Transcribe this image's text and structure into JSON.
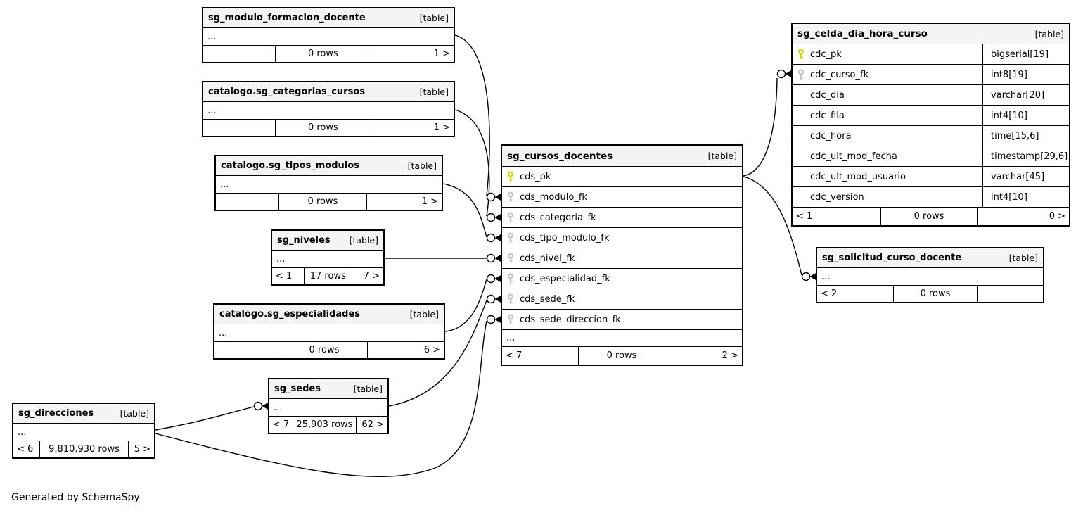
{
  "credit": "Generated by SchemaSpy",
  "colors": {
    "pk_key": "#d6d600",
    "fk_key": "#c4c4c4",
    "header_bg": "#f4f4f4"
  },
  "icons": {
    "primary_key": "key-icon (yellow)",
    "foreign_key": "key-icon (gray)"
  },
  "tables": {
    "modulo": {
      "title": "sg_modulo_formacion_docente",
      "tag": "[table]",
      "ellipsis": "...",
      "footer": {
        "left": "",
        "center": "0 rows",
        "right": "1 >"
      }
    },
    "categorias": {
      "title": "catalogo.sg_categorias_cursos",
      "tag": "[table]",
      "ellipsis": "...",
      "footer": {
        "left": "",
        "center": "0 rows",
        "right": "1 >"
      }
    },
    "tipos": {
      "title": "catalogo.sg_tipos_modulos",
      "tag": "[table]",
      "ellipsis": "...",
      "footer": {
        "left": "",
        "center": "0 rows",
        "right": "1 >"
      }
    },
    "niveles": {
      "title": "sg_niveles",
      "tag": "[table]",
      "ellipsis": "...",
      "footer": {
        "left": "< 1",
        "center": "17 rows",
        "right": "7 >"
      }
    },
    "especialidades": {
      "title": "catalogo.sg_especialidades",
      "tag": "[table]",
      "ellipsis": "...",
      "footer": {
        "left": "",
        "center": "0 rows",
        "right": "6 >"
      }
    },
    "sedes": {
      "title": "sg_sedes",
      "tag": "[table]",
      "ellipsis": "...",
      "footer": {
        "left": "< 7",
        "center": "25,903 rows",
        "right": "62 >"
      }
    },
    "direcciones": {
      "title": "sg_direcciones",
      "tag": "[table]",
      "ellipsis": "...",
      "footer": {
        "left": "< 6",
        "center": "9,810,930 rows",
        "right": "5 >"
      }
    },
    "cursos": {
      "title": "sg_cursos_docentes",
      "tag": "[table]",
      "ellipsis": "...",
      "columns": [
        {
          "name": "cds_pk",
          "key": "pk"
        },
        {
          "name": "cds_modulo_fk",
          "key": "fk"
        },
        {
          "name": "cds_categoria_fk",
          "key": "fk"
        },
        {
          "name": "cds_tipo_modulo_fk",
          "key": "fk"
        },
        {
          "name": "cds_nivel_fk",
          "key": "fk"
        },
        {
          "name": "cds_especialidad_fk",
          "key": "fk"
        },
        {
          "name": "cds_sede_fk",
          "key": "fk"
        },
        {
          "name": "cds_sede_direccion_fk",
          "key": "fk"
        }
      ],
      "footer": {
        "left": "< 7",
        "center": "0 rows",
        "right": "2 >"
      }
    },
    "celda": {
      "title": "sg_celda_dia_hora_curso",
      "tag": "[table]",
      "columns": [
        {
          "name": "cdc_pk",
          "type": "bigserial[19]",
          "key": "pk"
        },
        {
          "name": "cdc_curso_fk",
          "type": "int8[19]",
          "key": "fk"
        },
        {
          "name": "cdc_dia",
          "type": "varchar[20]",
          "key": ""
        },
        {
          "name": "cdc_fila",
          "type": "int4[10]",
          "key": ""
        },
        {
          "name": "cdc_hora",
          "type": "time[15,6]",
          "key": ""
        },
        {
          "name": "cdc_ult_mod_fecha",
          "type": "timestamp[29,6]",
          "key": ""
        },
        {
          "name": "cdc_ult_mod_usuario",
          "type": "varchar[45]",
          "key": ""
        },
        {
          "name": "cdc_version",
          "type": "int4[10]",
          "key": ""
        }
      ],
      "footer": {
        "left": "< 1",
        "center": "0 rows",
        "right": "0 >"
      }
    },
    "solicitud": {
      "title": "sg_solicitud_curso_docente",
      "tag": "[table]",
      "ellipsis": "...",
      "footer": {
        "left": "< 2",
        "center": "0 rows",
        "right": ""
      }
    }
  },
  "relationships": [
    {
      "from": "sg_modulo_formacion_docente",
      "to": "sg_cursos_docentes.cds_modulo_fk"
    },
    {
      "from": "catalogo.sg_categorias_cursos",
      "to": "sg_cursos_docentes.cds_categoria_fk"
    },
    {
      "from": "catalogo.sg_tipos_modulos",
      "to": "sg_cursos_docentes.cds_tipo_modulo_fk"
    },
    {
      "from": "sg_niveles",
      "to": "sg_cursos_docentes.cds_nivel_fk"
    },
    {
      "from": "catalogo.sg_especialidades",
      "to": "sg_cursos_docentes.cds_especialidad_fk"
    },
    {
      "from": "sg_sedes",
      "to": "sg_cursos_docentes.cds_sede_fk"
    },
    {
      "from": "sg_direcciones",
      "to": "sg_sedes"
    },
    {
      "from": "sg_direcciones",
      "to": "sg_cursos_docentes.cds_sede_direccion_fk"
    },
    {
      "from": "sg_cursos_docentes.cds_pk",
      "to": "sg_celda_dia_hora_curso.cdc_curso_fk"
    },
    {
      "from": "sg_cursos_docentes.cds_pk",
      "to": "sg_solicitud_curso_docente"
    }
  ]
}
